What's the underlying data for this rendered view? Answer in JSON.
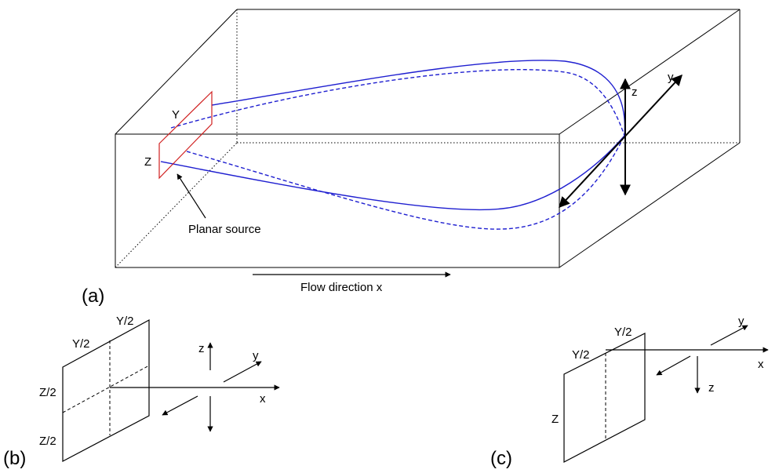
{
  "panel_a": {
    "tag": "(a)",
    "source_y_label": "Y",
    "source_z_label": "Z",
    "source_caption": "Planar source",
    "flow_caption": "Flow direction x",
    "axis_z": "z",
    "axis_y": "y",
    "colors": {
      "plume": "#1f1fd0",
      "source": "#d02020",
      "lines": "#000000"
    }
  },
  "panel_b": {
    "tag": "(b)",
    "y_half_top": "Y/2",
    "y_half_left": "Y/2",
    "z_half_upper": "Z/2",
    "z_half_lower": "Z/2",
    "axis_x": "x",
    "axis_y": "y",
    "axis_z": "z"
  },
  "panel_c": {
    "tag": "(c)",
    "y_half_top": "Y/2",
    "y_half_left": "Y/2",
    "z_label": "Z",
    "axis_x": "x",
    "axis_y": "y",
    "axis_z": "z"
  }
}
